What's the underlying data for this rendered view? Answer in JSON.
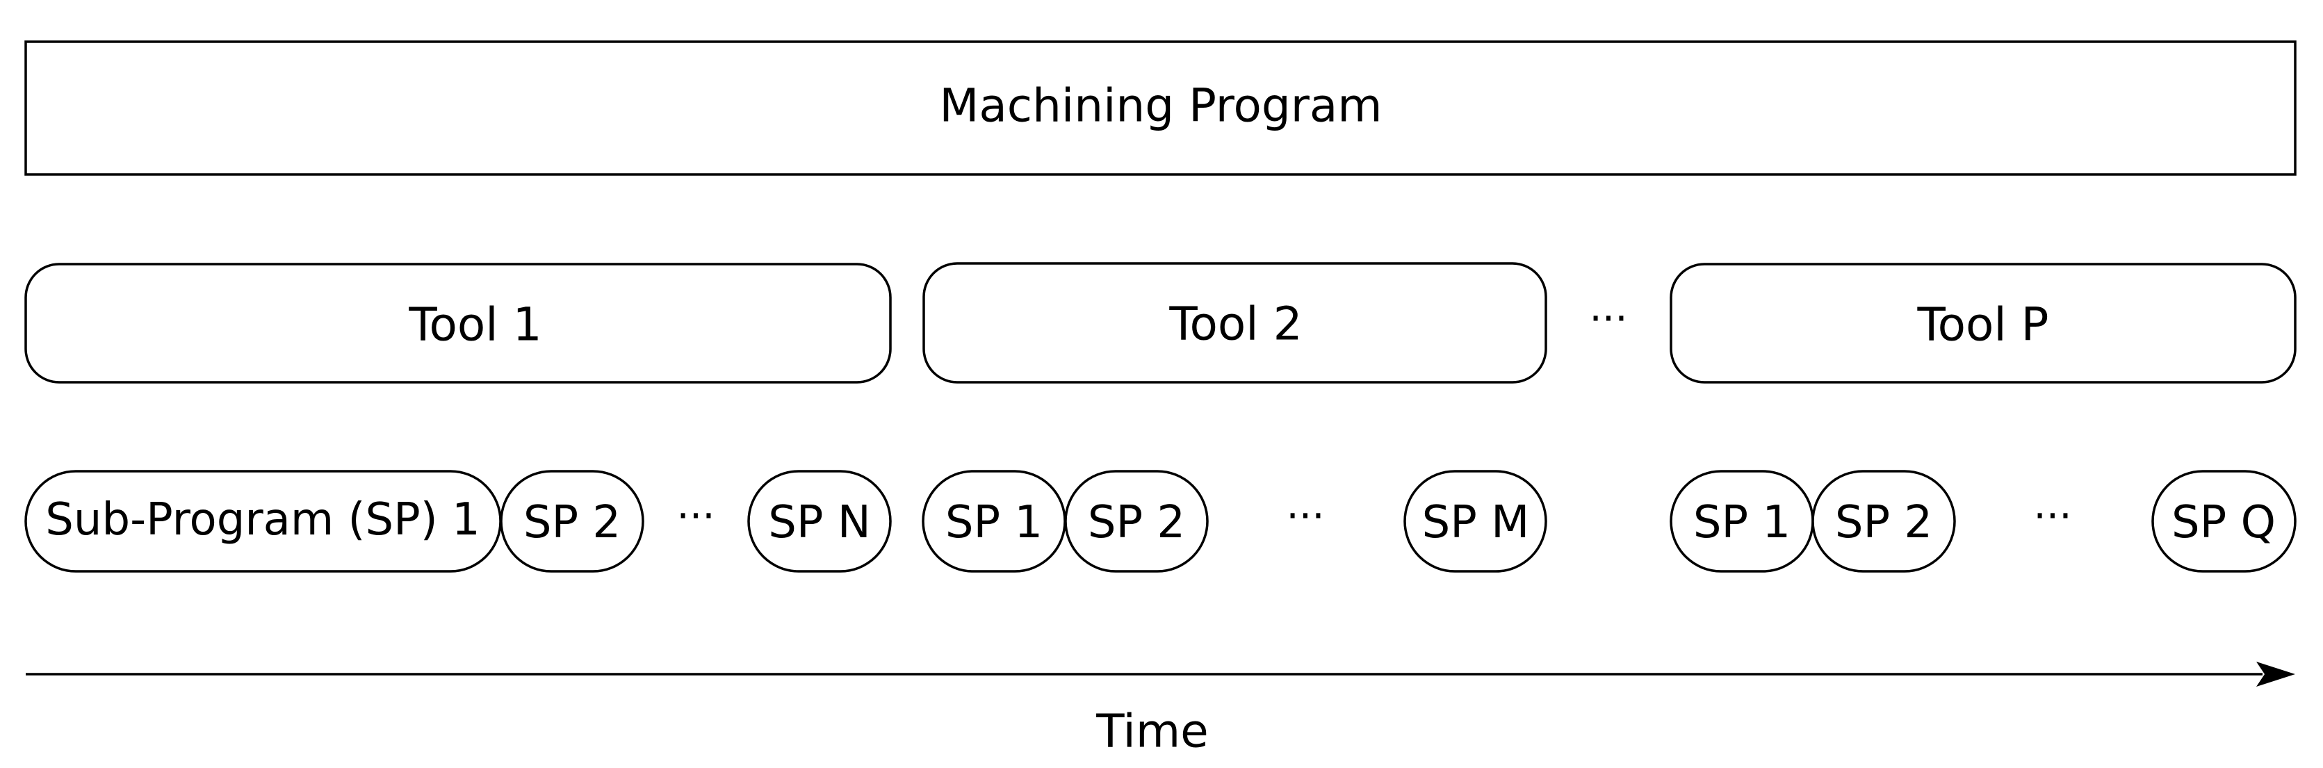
{
  "program": {
    "label": "Machining Program"
  },
  "tools": [
    {
      "label": "Tool 1"
    },
    {
      "label": "Tool 2"
    },
    {
      "label": "Tool P"
    }
  ],
  "tools_ellipsis": "···",
  "subprograms": [
    {
      "label": "Sub-Program (SP) 1"
    },
    {
      "label": "SP 2"
    },
    {
      "label": "SP N"
    },
    {
      "label": "SP 1"
    },
    {
      "label": "SP 2"
    },
    {
      "label": "SP M"
    },
    {
      "label": "SP 1"
    },
    {
      "label": "SP 2"
    },
    {
      "label": "SP Q"
    }
  ],
  "subprogram_ellipses": [
    "···",
    "···",
    "···"
  ],
  "time_axis": {
    "label": "Time"
  }
}
